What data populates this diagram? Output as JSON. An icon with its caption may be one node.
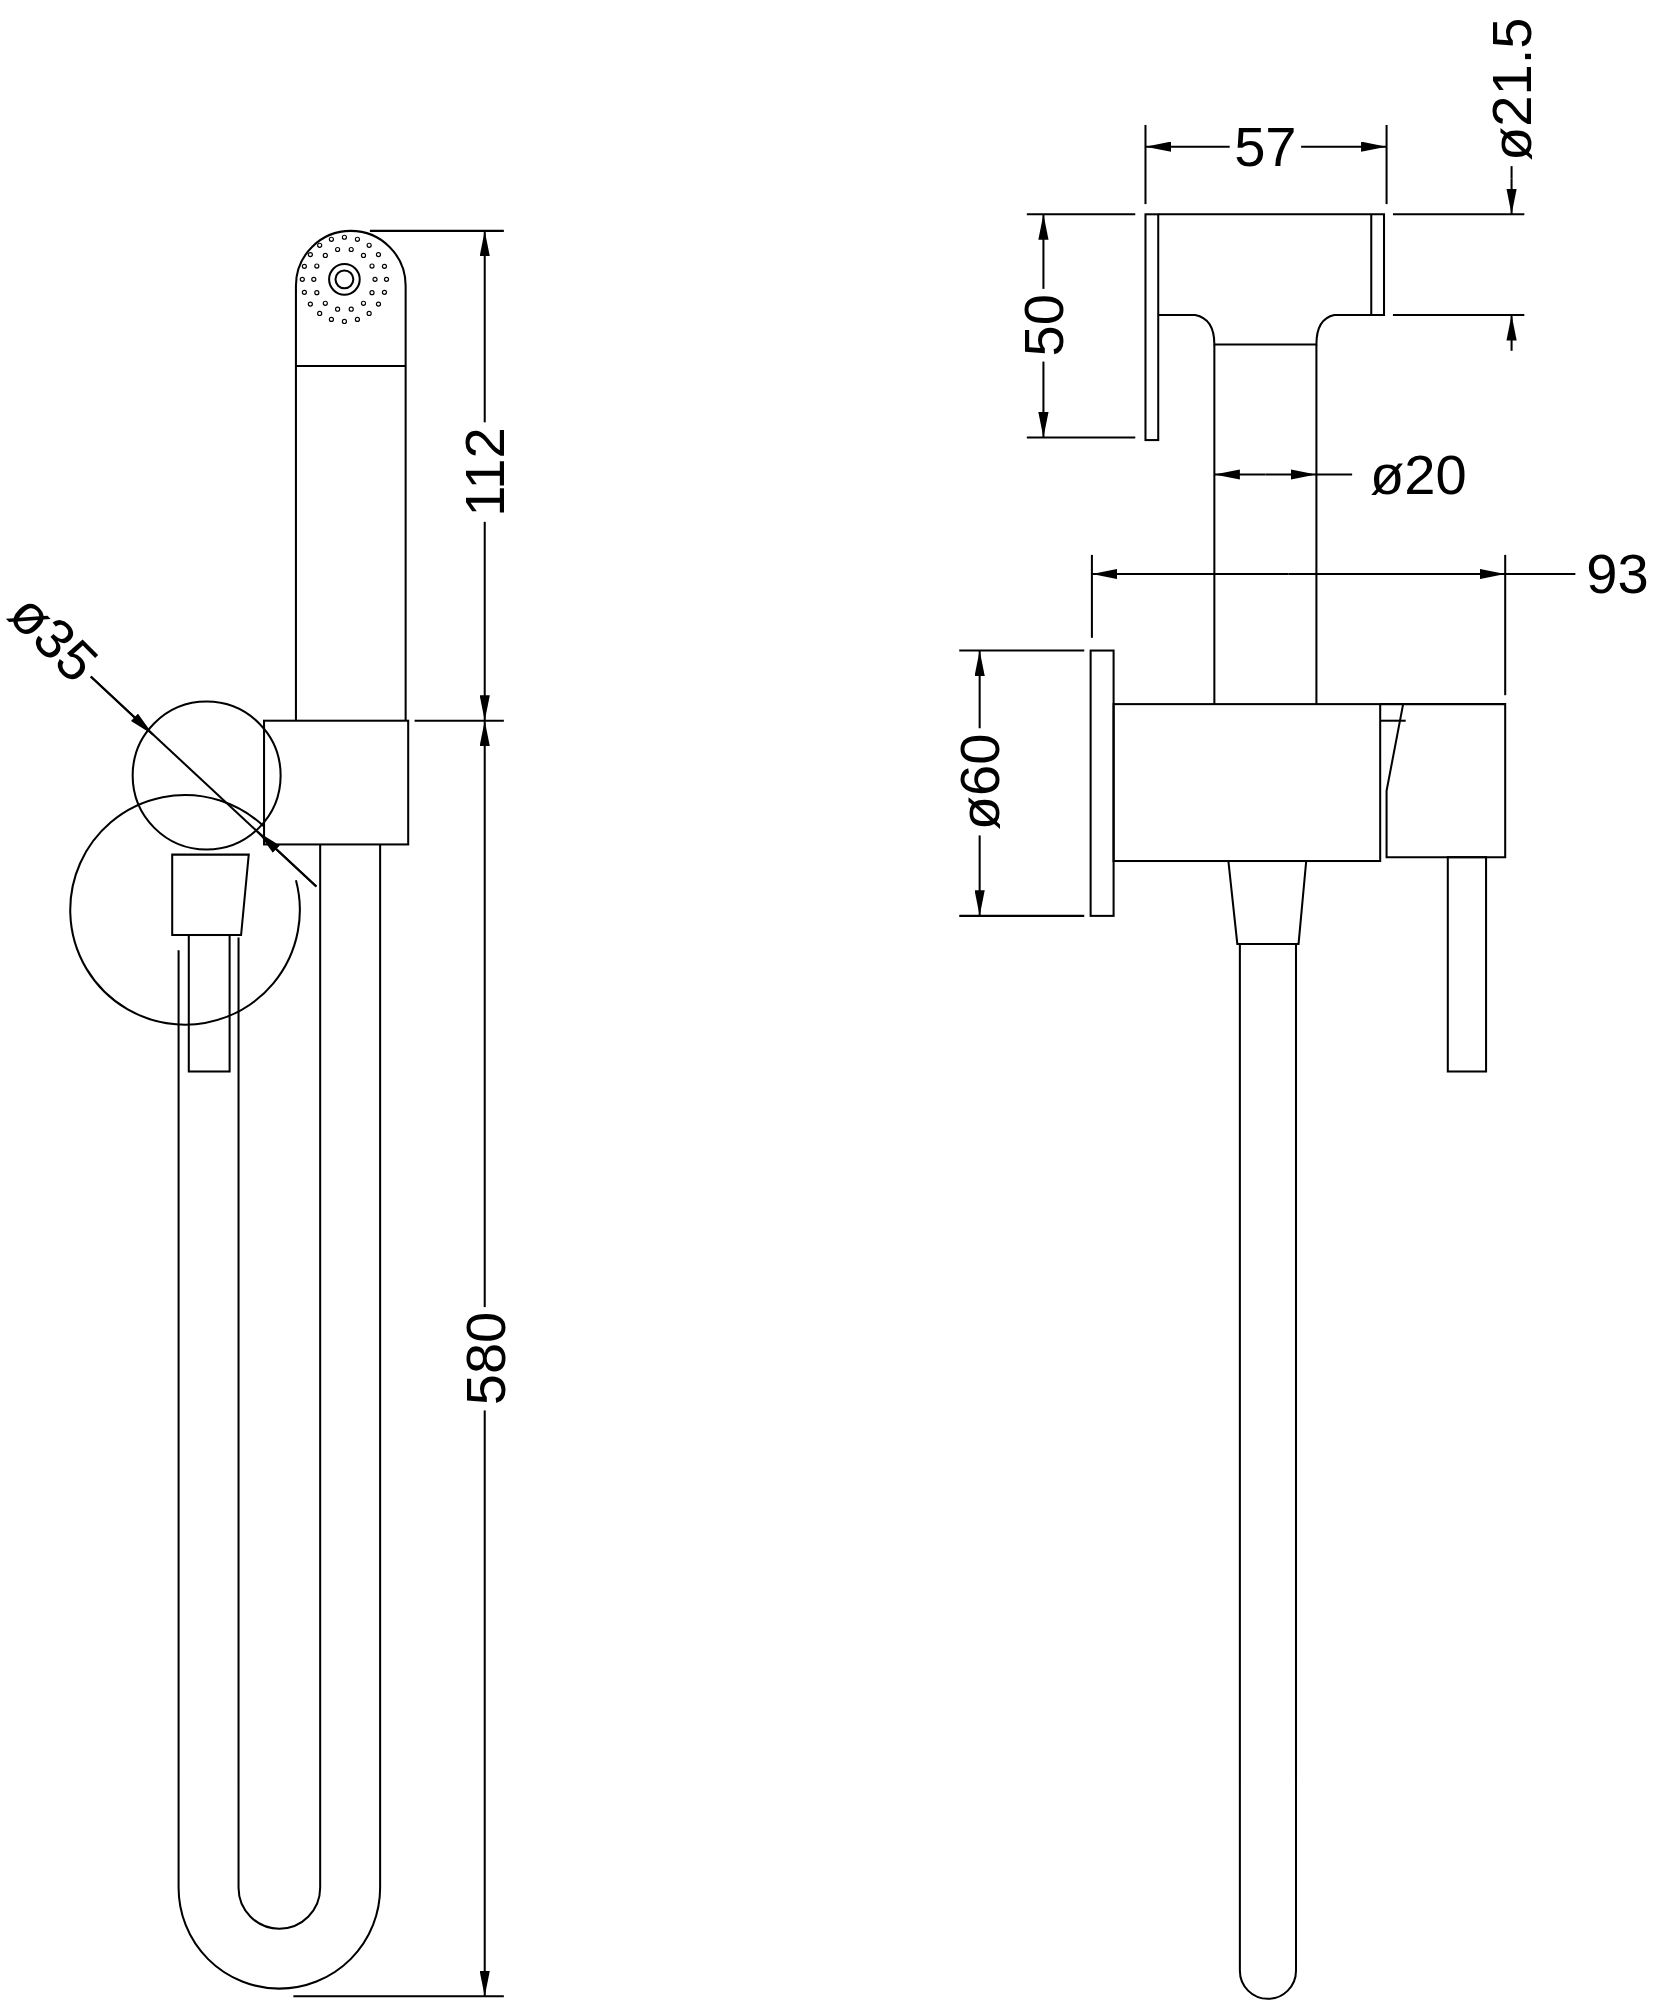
{
  "diagram": {
    "labels": [
      "ø21.5",
      "57",
      "50",
      "ø20",
      "93",
      "ø35",
      "112",
      "ø60",
      "580"
    ]
  }
}
